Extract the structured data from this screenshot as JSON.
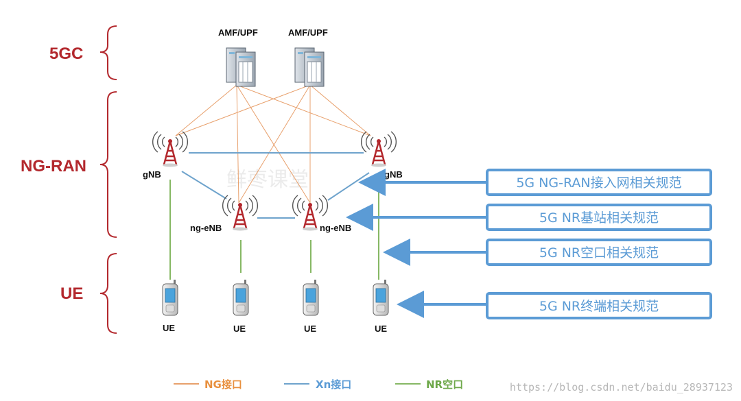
{
  "colors": {
    "layer_red": "#b3282d",
    "ng": "#e8a06c",
    "xn": "#6ea3cc",
    "nr": "#86b864",
    "spec": "#5b9bd5",
    "watermark": "#b7b7b7"
  },
  "layers": {
    "core": "5GC",
    "ran": "NG-RAN",
    "ue": "UE"
  },
  "core_nodes": [
    {
      "label": "AMF/UPF",
      "icon": "server-icon"
    },
    {
      "label": "AMF/UPF",
      "icon": "server-icon"
    }
  ],
  "ran_nodes": {
    "gnb_left": "gNB",
    "gnb_right": "gNB",
    "ngenb_left": "ng-eNB",
    "ngenb_right": "ng-eNB",
    "icon": "antenna-tower-icon"
  },
  "ue_nodes": [
    "UE",
    "UE",
    "UE",
    "UE"
  ],
  "spec_boxes": [
    "5G NG-RAN接入网相关规范",
    "5G NR基站相关规范",
    "5G NR空口相关规范",
    "5G NR终端相关规范"
  ],
  "legend": {
    "ng": "NG接口",
    "xn": "Xn接口",
    "nr": "NR空口"
  },
  "watermark": "https://blog.csdn.net/baidu_28937123",
  "ghost_mark": "鲜枣课堂"
}
